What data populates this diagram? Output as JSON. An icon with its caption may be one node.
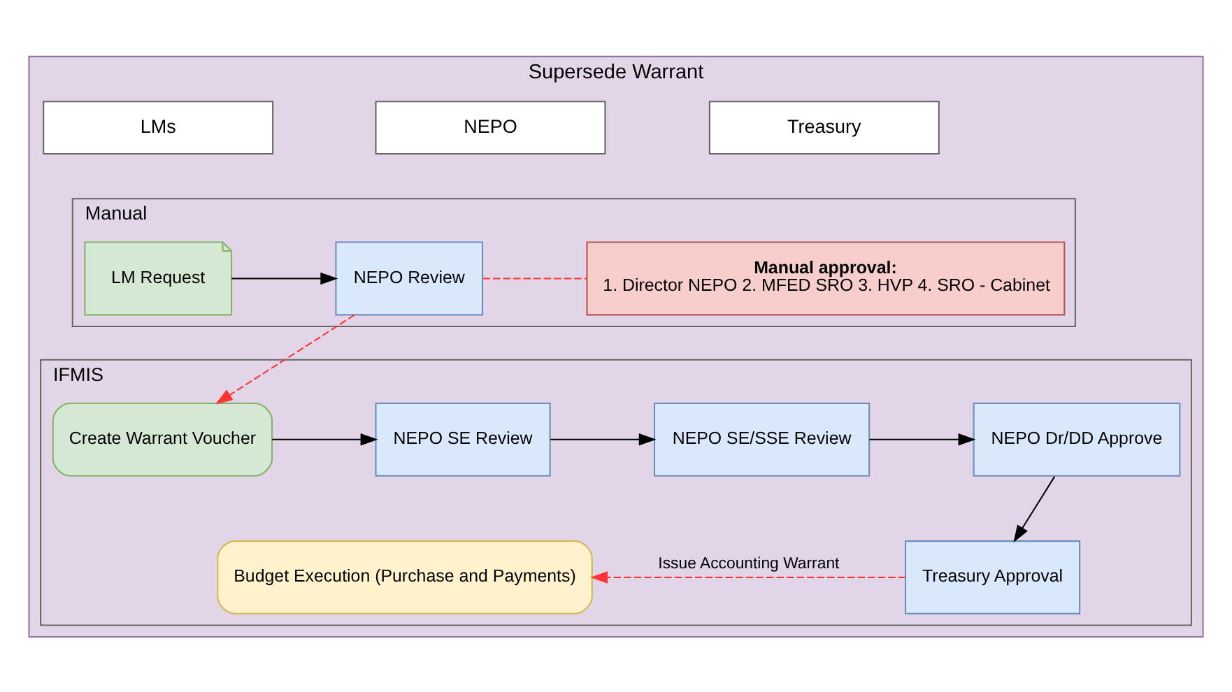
{
  "diagram": {
    "nodes": [
      {
        "text": [
          "Supersede Warrant"
        ]
      },
      {
        "text": [
          "LMs"
        ],
        "in": 0
      },
      {
        "text": [
          "NEPO"
        ],
        "in": 0
      },
      {
        "text": [
          "Treasury"
        ],
        "in": 0
      },
      {
        "text": [
          "Manual"
        ],
        "in": 0
      },
      {
        "text": [
          "IFMIS"
        ],
        "in": 0
      },
      {
        "text": [
          "LM Request"
        ],
        "in": 4
      },
      {
        "text": [
          "NEPO Review"
        ],
        "in": 4
      },
      {
        "text": [
          "Manual approval:",
          "1. Director NEPO 2. MFED SRO 3. HVP 4. SRO - Cabinet"
        ],
        "in": 4
      },
      {
        "text": [
          "Create Warrant Voucher"
        ],
        "in": 5
      },
      {
        "text": [
          "NEPO SE Review"
        ],
        "in": 5
      },
      {
        "text": [
          "NEPO SE/SSE Review"
        ],
        "in": 5
      },
      {
        "text": [
          "NEPO Dr/DD Approve"
        ],
        "in": 5
      },
      {
        "text": [
          "Budget Execution (Purchase and Payments)"
        ],
        "in": 5
      },
      {
        "text": [
          "Treasury Approval"
        ],
        "in": 5
      }
    ],
    "edges": [
      {
        "from": 6,
        "to": 7,
        "arrow": "to"
      },
      {
        "from": 7,
        "to": 8,
        "arrow": "none",
        "style": "dashed",
        "color": "#ff3333"
      },
      {
        "from": 7,
        "to": 9,
        "arrow": "to",
        "style": "dashed",
        "color": "#ff3333"
      },
      {
        "from": 9,
        "to": 10,
        "arrow": "to"
      },
      {
        "from": 10,
        "to": 11,
        "arrow": "to"
      },
      {
        "from": 11,
        "to": 12,
        "arrow": "to"
      },
      {
        "from": 12,
        "to": 14,
        "arrow": "to"
      },
      {
        "from": 14,
        "to": 13,
        "arrow": "to",
        "label": "Issue Accounting Warrant",
        "style": "dashed",
        "color": "#ff3333"
      }
    ]
  }
}
